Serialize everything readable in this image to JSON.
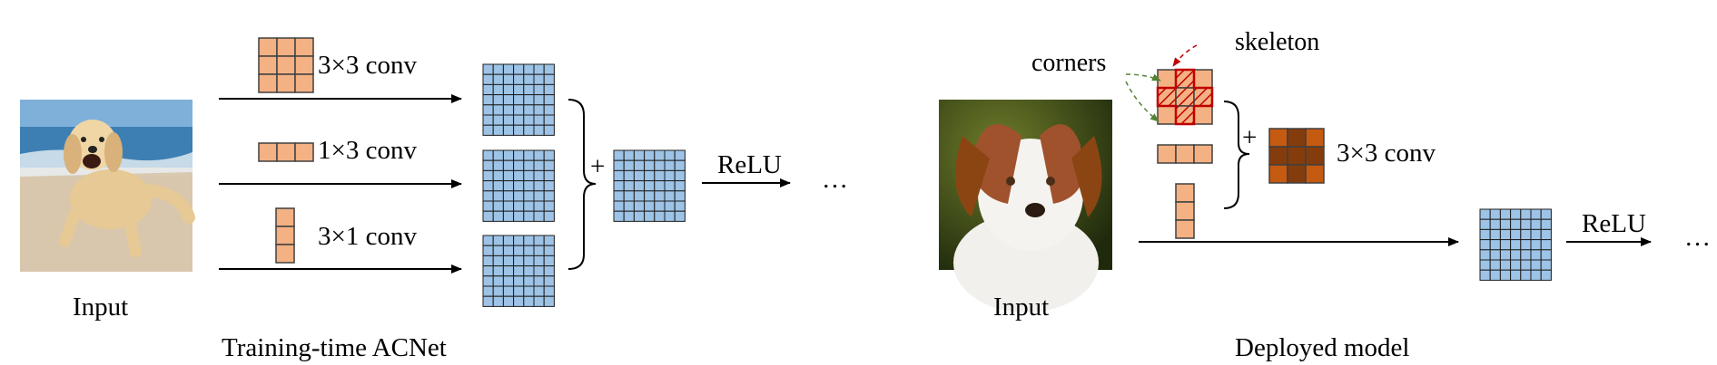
{
  "colors": {
    "kernel_fill": "#f4b183",
    "kernel_stroke": "#404040",
    "fused_fill": "#c55a11",
    "fused_dark": "#843c0c",
    "feature_fill": "#9dc3e6",
    "skeleton_red": "#c00000",
    "corner_green": "#548235",
    "beach_sky": "#7fb0d9",
    "beach_sea": "#3e7fb3",
    "beach_sand": "#d9c9b0",
    "dog2_bg": "#2f3d14"
  },
  "training": {
    "input_label": "Input",
    "title": "Training-time ACNet",
    "branches": [
      {
        "label": "3×3 conv"
      },
      {
        "label": "1×3 conv"
      },
      {
        "label": "3×1 conv"
      }
    ],
    "plus": "+",
    "relu": "ReLU",
    "ellipsis": "…"
  },
  "deployed": {
    "input_label": "Input",
    "title": "Deployed model",
    "corners_label": "corners",
    "skeleton_label": "skeleton",
    "plus": "+",
    "fused_label": "3×3 conv",
    "relu": "ReLU",
    "ellipsis": "…"
  }
}
